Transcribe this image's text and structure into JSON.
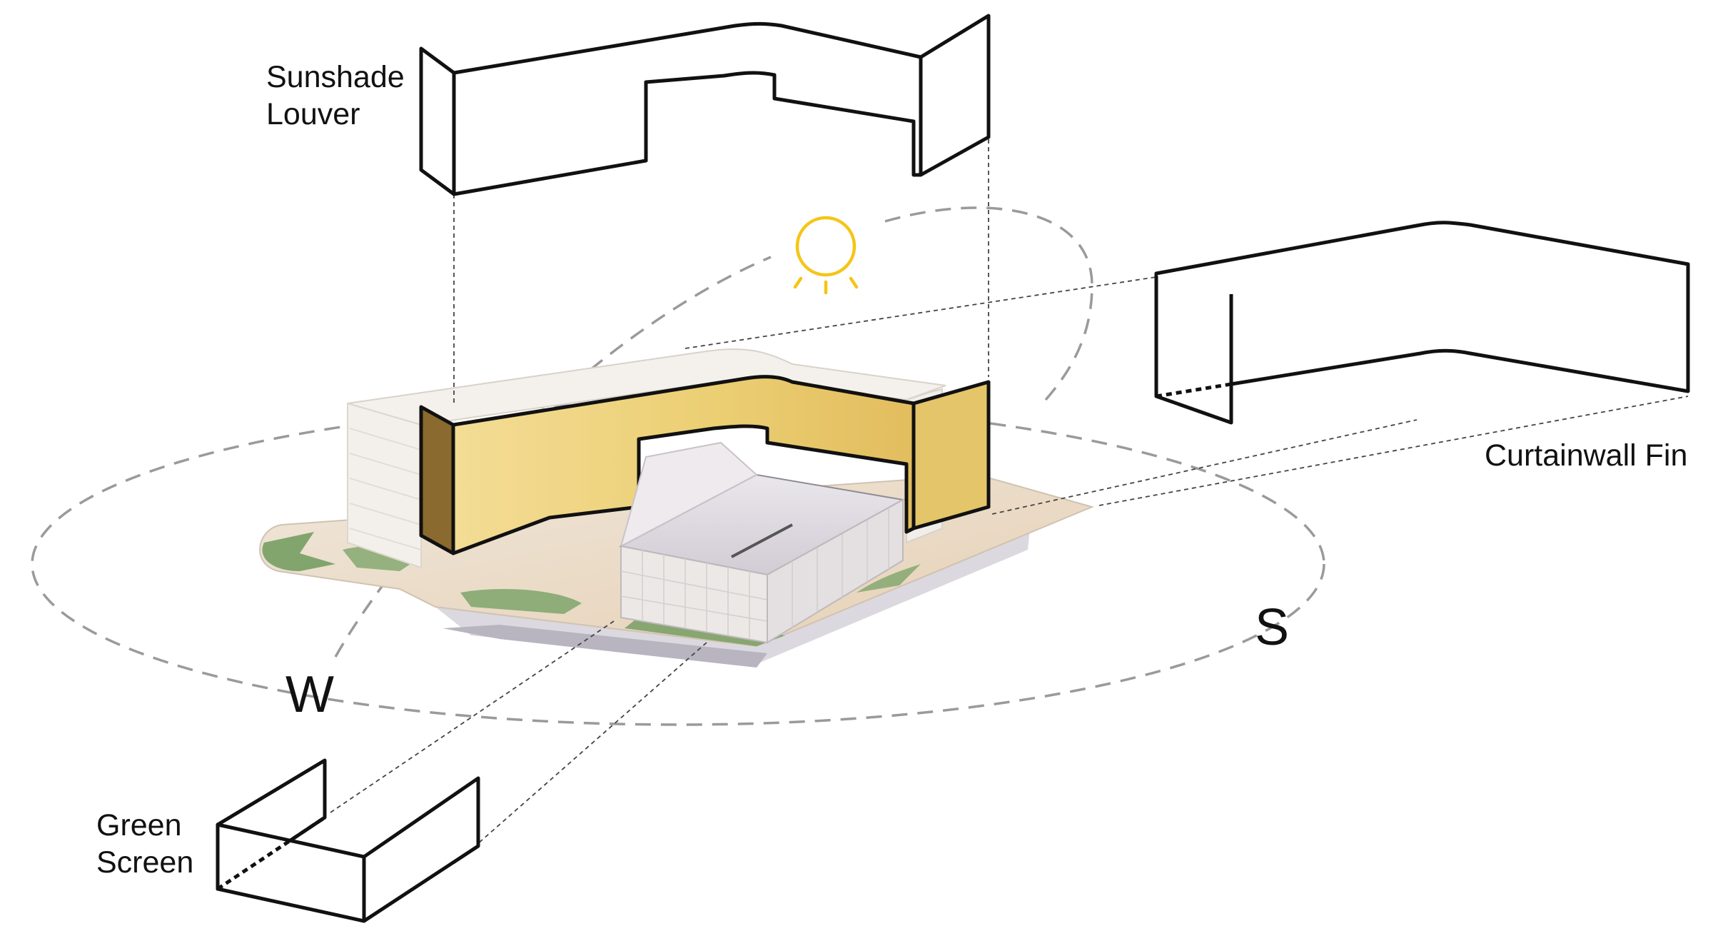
{
  "labels": {
    "sunshade_line1": "Sunshade",
    "sunshade_line2": "Louver",
    "curtainwall": "Curtainwall Fin",
    "green_line1": "Green",
    "green_line2": "Screen",
    "west": "W",
    "south": "S"
  },
  "colors": {
    "outline": "#111111",
    "sun": "#f5c518",
    "louver_fill": "#edcf74",
    "louver_fill_side": "#8a6a2e",
    "planting": "#6f9a5c",
    "paving": "#e6d2b8",
    "orbit": "#999999"
  },
  "icons": {
    "sun": "sun-icon"
  }
}
